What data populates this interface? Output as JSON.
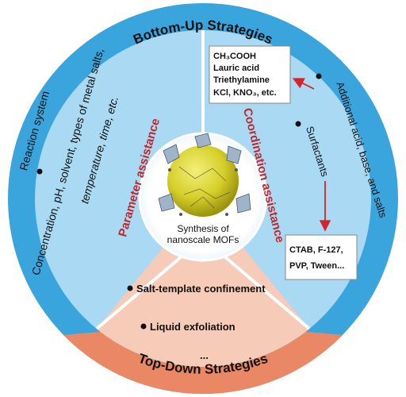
{
  "title_top": "Bottom-Up Strategies",
  "title_bottom": "Top-Down Strategies",
  "center": {
    "line1": "Synthesis of",
    "line2": "nanoscale MOFs"
  },
  "parameter": {
    "heading": "Parameter assistance",
    "lines": [
      "Reaction system",
      "Concentration,  pH,  solvent,  types of metal salts,",
      "temperature, time, etc."
    ]
  },
  "coordination": {
    "heading": "Coordination assistance",
    "additional_label": "Additional acid, base, and salts",
    "surfactants_label": "Surfactants",
    "box1": [
      "CH₃COOH",
      "Lauric acid",
      "Triethylamine",
      "KCl, KNO₃, etc."
    ],
    "box2": [
      "CTAB, F-127,",
      "PVP, Tween..."
    ]
  },
  "topdown": {
    "items": [
      "Salt-template confinement",
      "Liquid exfoliation",
      "..."
    ]
  },
  "colors": {
    "outer_ring": "#3aa4dc",
    "inner_blue": "#a9d9f3",
    "outer_orange": "#ea8866",
    "inner_orange": "#f6cbb7",
    "heading_red": "#c0272d",
    "arrow_red": "#d8232a",
    "sphere": "#d6cf2a"
  },
  "icons": [
    "mof-structure-icon",
    "bullet-icon",
    "arrow-icon"
  ]
}
